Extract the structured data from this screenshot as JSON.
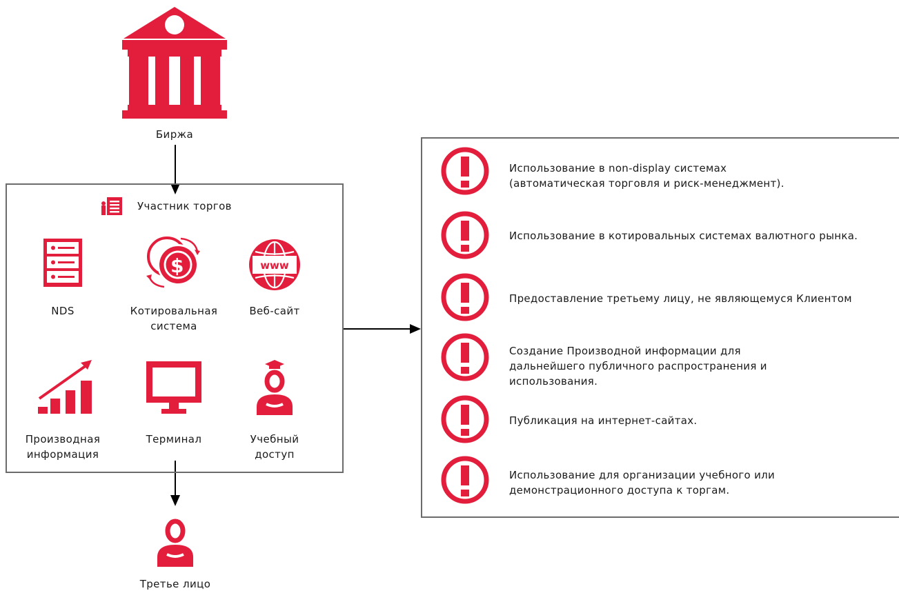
{
  "colors": {
    "accent": "#e31e3c",
    "border": "#6b6b6b",
    "text": "#1a1a1a"
  },
  "exchange": {
    "label": "Биржа",
    "icon": "bank-icon"
  },
  "participant": {
    "label": "Участник торгов",
    "icon": "building-icon",
    "items": [
      {
        "label": "NDS",
        "icon": "server-icon"
      },
      {
        "label": "Котировальная система",
        "icon": "currency-exchange-icon"
      },
      {
        "label": "Веб-сайт",
        "icon": "www-globe-icon"
      },
      {
        "label": "Производная информация",
        "icon": "growth-chart-icon"
      },
      {
        "label": "Терминал",
        "icon": "monitor-icon"
      },
      {
        "label": "Учебный доступ",
        "icon": "student-icon"
      }
    ]
  },
  "third_party": {
    "label": "Третье лицо",
    "icon": "person-icon"
  },
  "restrictions": [
    "Использование в non-display системах (автоматическая торговля и риск-менеджмент).",
    "Использование в котировальных системах валютного рынка.",
    "Предоставление третьему лицу, не являющемуся Клиентом",
    "Создание Производной информации для дальнейшего публичного распространения и использования.",
    "Публикация на интернет-сайтах.",
    "Использование для организации учебного или демонстрационного доступа к торгам."
  ]
}
